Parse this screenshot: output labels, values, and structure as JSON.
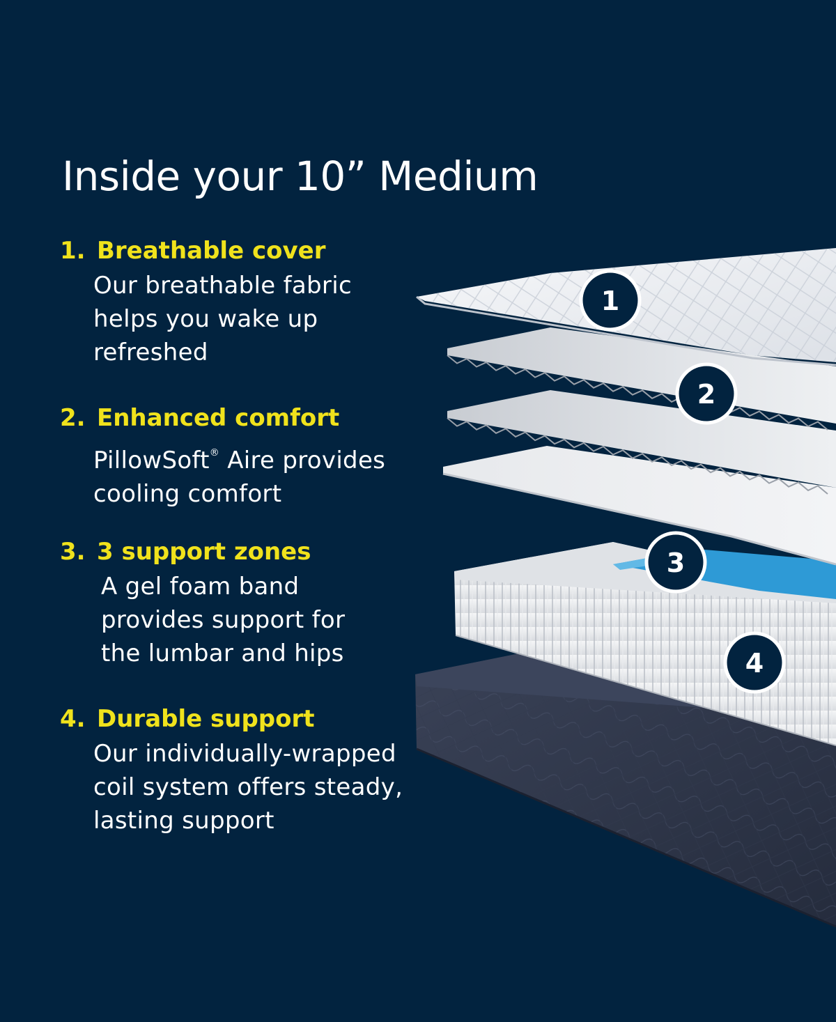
{
  "title": "Inside your 10” Medium",
  "features": [
    {
      "number": "1.",
      "heading": "Breathable cover",
      "lines": [
        "Our breathable fabric",
        "helps you wake up",
        "refreshed"
      ]
    },
    {
      "number": "2.",
      "heading": "Enhanced comfort",
      "line1_pre": "PillowSoft",
      "line1_mark": "®",
      "line1_post": " Aire provides",
      "line2": "cooling comfort"
    },
    {
      "number": "3.",
      "heading": "3 support zones",
      "lines": [
        "A gel foam band",
        "provides support for",
        "the lumbar and hips"
      ]
    },
    {
      "number": "4.",
      "heading": "Durable support",
      "lines": [
        "Our individually-wrapped",
        "coil system offers steady,",
        "lasting support"
      ]
    }
  ],
  "badges": [
    "1",
    "2",
    "3",
    "4"
  ],
  "colors": {
    "background": "#02233f",
    "heading_accent": "#f0e21c",
    "text": "#ffffff",
    "gel_band": "#2e9ad6",
    "base": "#2c3448"
  }
}
